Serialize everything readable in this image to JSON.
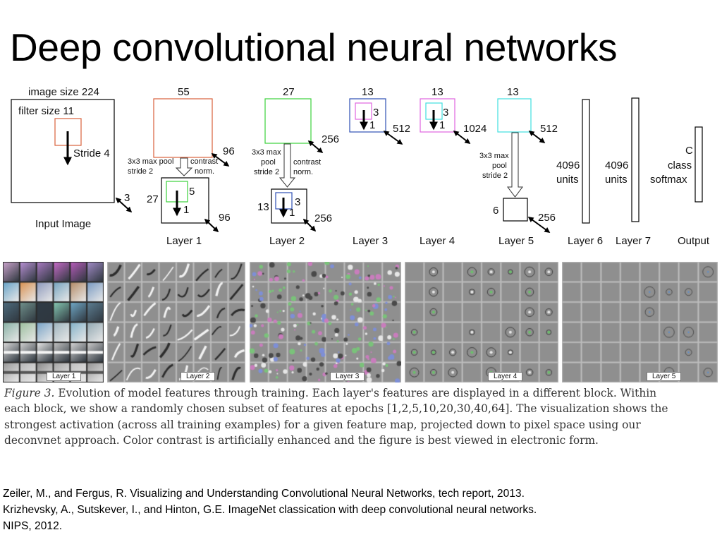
{
  "slide": {
    "title": "Deep convolutional neural networks"
  },
  "diagram": {
    "input": {
      "image_size_label": "image size 224",
      "filter_size_label": "filter size 11",
      "stride_label": "Stride 4",
      "depth": "3",
      "caption": "Input Image"
    },
    "layer1": {
      "size": "55",
      "depth": "96",
      "pool_label": "3x3 max pool",
      "stride_label": "stride 2",
      "contrast_label": "contrast",
      "norm_label": "norm.",
      "out_size": "27",
      "filter": "5",
      "stride": "1",
      "out_depth": "96",
      "caption": "Layer 1"
    },
    "layer2": {
      "size": "27",
      "depth": "256",
      "pool_label_1": "3x3 max",
      "pool_label_2": "pool",
      "stride_label": "stride 2",
      "contrast_label": "contrast",
      "norm_label": "norm.",
      "out_size": "13",
      "filter": "3",
      "stride": "1",
      "out_depth": "256",
      "caption": "Layer 2"
    },
    "layer3": {
      "size": "13",
      "filter": "3",
      "stride": "1",
      "depth": "512",
      "caption": "Layer 3"
    },
    "layer4": {
      "size": "13",
      "filter": "3",
      "stride": "1",
      "depth": "1024",
      "caption": "Layer 4"
    },
    "layer5": {
      "size": "13",
      "depth": "512",
      "pool_label_1": "3x3 max",
      "pool_label_2": "pool",
      "stride_label": "stride 2",
      "out_size": "6",
      "out_depth": "256",
      "caption": "Layer 5"
    },
    "layer6": {
      "units": "4096",
      "units_label": "units",
      "caption": "Layer 6"
    },
    "layer7": {
      "units": "4096",
      "units_label": "units",
      "caption": "Layer 7"
    },
    "output": {
      "c": "C",
      "class_label": "class",
      "softmax_label": "softmax",
      "caption": "Output"
    },
    "colors": {
      "layer1_box": "#d9603b",
      "layer2_box": "#3bd13b",
      "layer3_box": "#2e4fb3",
      "layer4_box": "#e064e0",
      "layer5_box": "#3fe0e0",
      "inner_green": "#3bd13b",
      "inner_blue": "#2e4fb3",
      "inner_magenta": "#e064e0",
      "inner_cyan": "#3fe0e0"
    }
  },
  "feature_strip": {
    "panels": [
      {
        "label": "Layer 1"
      },
      {
        "label": "Layer 2"
      },
      {
        "label": "Layer 3"
      },
      {
        "label": "Layer 4"
      },
      {
        "label": "Layer 5"
      }
    ]
  },
  "caption": {
    "figure_label": "Figure 3.",
    "line1": "Evolution of model features through training.  Each layer's features are displayed in a different block.  Within",
    "line2": "each block, we show a randomly chosen subset of features at epochs [1,2,5,10,20,30,40,64].  The visualization shows the",
    "line3": "strongest activation (across all training examples) for a given feature map, projected down to pixel space using our",
    "line4": "deconvnet approach. Color contrast is artificially enhanced and the figure is best viewed in electronic form."
  },
  "references": {
    "line1": "Zeiler, M., and Fergus, R. Visualizing and Understanding Convolutional Neural Networks, tech report, 2013.",
    "line2": "Krizhevsky, A., Sutskever, I., and Hinton, G.E. ImageNet classication with deep convolutional neural networks.",
    "line3": "NIPS, 2012."
  }
}
